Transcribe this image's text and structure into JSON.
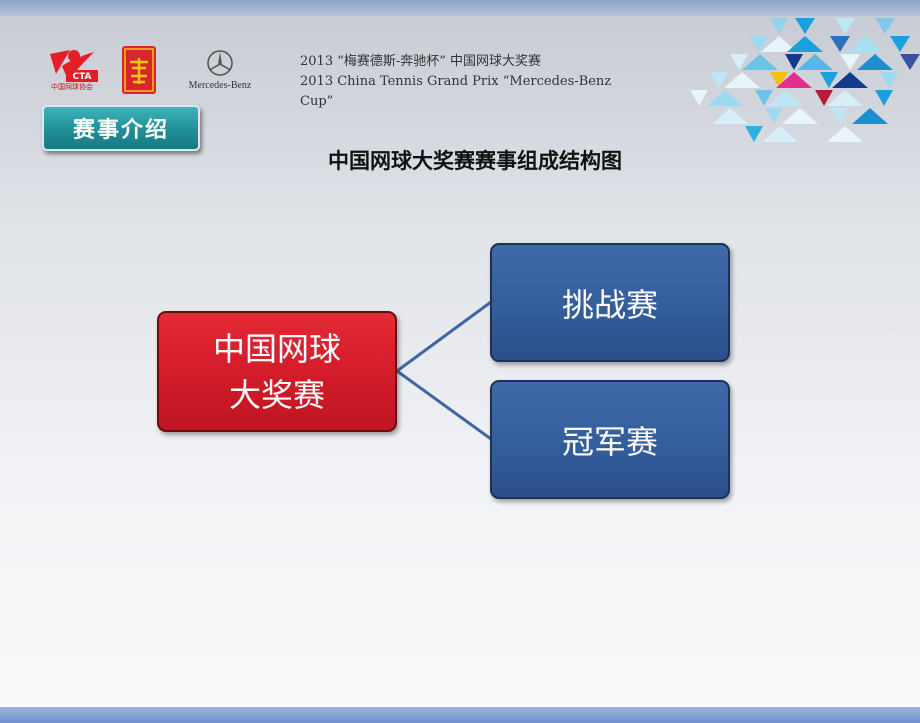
{
  "header": {
    "title_cn": "2013 “梅赛德斯-奔驰杯” 中国网球大奖赛",
    "title_en": "2013 China Tennis Grand Prix “Mercedes-Benz Cup”",
    "logos": {
      "cta_text": "CTA",
      "cta_caption": "中国网球协会",
      "mercedes_text": "Mercedes-Benz"
    }
  },
  "section_button": {
    "label": "赛事介绍"
  },
  "diagram": {
    "title": "中国网球大奖赛赛事组成结构图",
    "root": {
      "line1": "中国网球",
      "line2": "大奖赛",
      "color": "#d11a28"
    },
    "children": [
      {
        "label": "挑战赛",
        "color": "#335c9b"
      },
      {
        "label": "冠军赛",
        "color": "#335c9b"
      }
    ],
    "connector_color": "#3f66a6"
  }
}
